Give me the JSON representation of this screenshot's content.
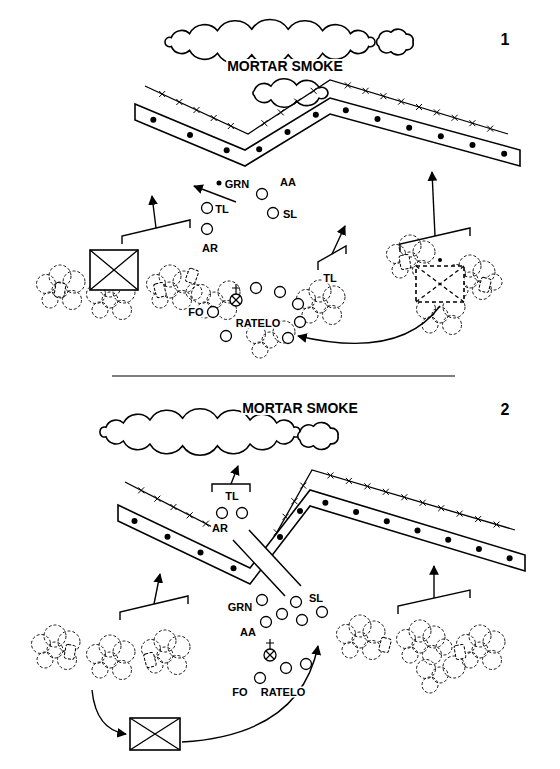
{
  "diagram": {
    "labels": [
      "MORTAR SMOKE",
      "1",
      "GRN",
      "AA",
      "TL",
      "SL",
      "AR",
      "TL",
      "FO",
      "RATELO",
      "MORTAR SMOKE",
      "2",
      "TL",
      "AR",
      "SL",
      "GRN",
      "AA",
      "FO",
      "RATELO"
    ]
  }
}
